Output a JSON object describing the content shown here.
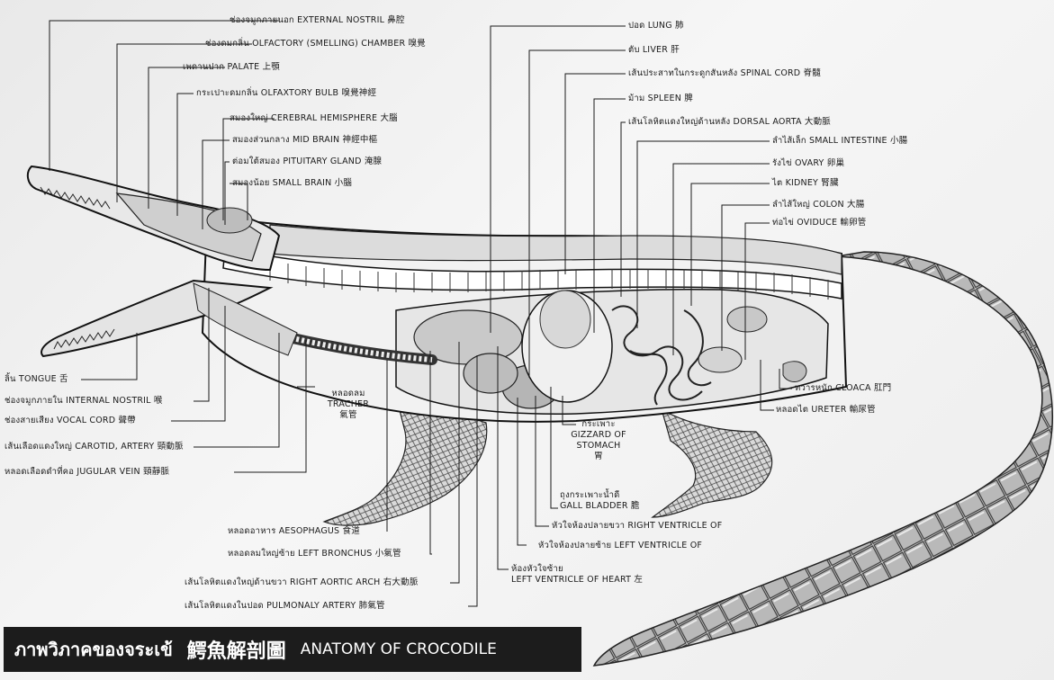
{
  "title": {
    "thai": "ภาพวิภาคของจระเข้",
    "chinese": "鰐魚解剖圖",
    "english": "ANATOMY OF CROCODILE"
  },
  "labels": {
    "external_nostril": "ช่องจมูกภายนอก EXTERNAL NOSTRIL 鼻腔",
    "olfactory_chamber": "ช่องดมกลิ่น OLFACTORY (SMELLING) CHAMBER 嗅覺",
    "palate": "เพดานปาก  PALATE 上顎",
    "olfactory_bulb": "กระเปาะดมกลิ่น OLFAXTORY BULB 嗅覺神經",
    "cerebral_hemisphere": "สมองใหญ่ CEREBRAL HEMISPHERE 大腦",
    "mid_brain": "สมองส่วนกลาง MID BRAIN 神經中樞",
    "pituitary_gland": "ต่อมใต้สมอง PITUITARY GLAND 淹腺",
    "small_brain": "สมองน้อย SMALL BRAIN 小腦",
    "lung": "ปอด LUNG 肺",
    "liver": "ตับ LIVER 肝",
    "spinal_cord": "เส้นประสาทในกระดูกสันหลัง SPINAL CORD 脊髓",
    "spleen": "ม้าม SPLEEN 脾",
    "dorsal_aorta": "เส้นโลหิตแดงใหญ่ด้านหลัง DORSAL AORTA 大動脈",
    "small_intestine": "ลำไส้เล็ก SMALL INTESTINE 小腸",
    "ovary": "รังไข่ OVARY 卵巢",
    "kidney": "ไต KIDNEY 腎臟",
    "colon": "ลำไส้ใหญ่ COLON 大腸",
    "oviduce": "ท่อไข่ OVIDUCE 輸卵管",
    "tongue": "ลิ้น TONGUE 舌",
    "internal_nostril": "ช่องจมูกภายใน INTERNAL NOSTRIL 喉",
    "vocal_cord": "ช่องสายเสียง  VOCAL CORD 聲帶",
    "carotid_artery": "เส้นเลือดแดงใหญ่ CAROTID, ARTERY 頸動脈",
    "jugular_vein": "หลอดเลือดดำที่คอ  JUGULAR VEIN 頸靜脈",
    "tracher": [
      "หลอดลม",
      "TRACHER",
      "氣管"
    ],
    "gizzard": [
      "กระเพาะ",
      "GIZZARD OF",
      "STOMACH",
      "胃"
    ],
    "cloaca": "ทวารหนัก CLOACA 肛門",
    "ureter": "หลอดไต URETER 輸尿管",
    "gall_bladder": [
      "ถุงกระเพาะน้ำดี",
      "GALL BLADDER 膽"
    ],
    "right_ventricle": "หัวใจห้องปลายขวา RIGHT VENTRICLE OF",
    "left_ventricle": "หัวใจห้องปลายซ้าย LEFT VENTRICLE OF",
    "left_ventricle_heart": [
      "ห้องหัวใจซ้าย",
      "LEFT VENTRICLE OF HEART 左"
    ],
    "aesophagus": "หลอดอาหาร AESOPHAGUS 食道",
    "left_bronchus": "หลอดลมใหญ่ซ้าย LEFT BRONCHUS 小氣管",
    "right_aortic_arch": "เส้นโลหิตแดงใหญ่ด้านขวา RIGHT AORTIC ARCH 右大動脈",
    "pulmonaly_artery": "เส้นโลหิตแดงในปอด PULMONALY ARTERY 肺氣管"
  }
}
